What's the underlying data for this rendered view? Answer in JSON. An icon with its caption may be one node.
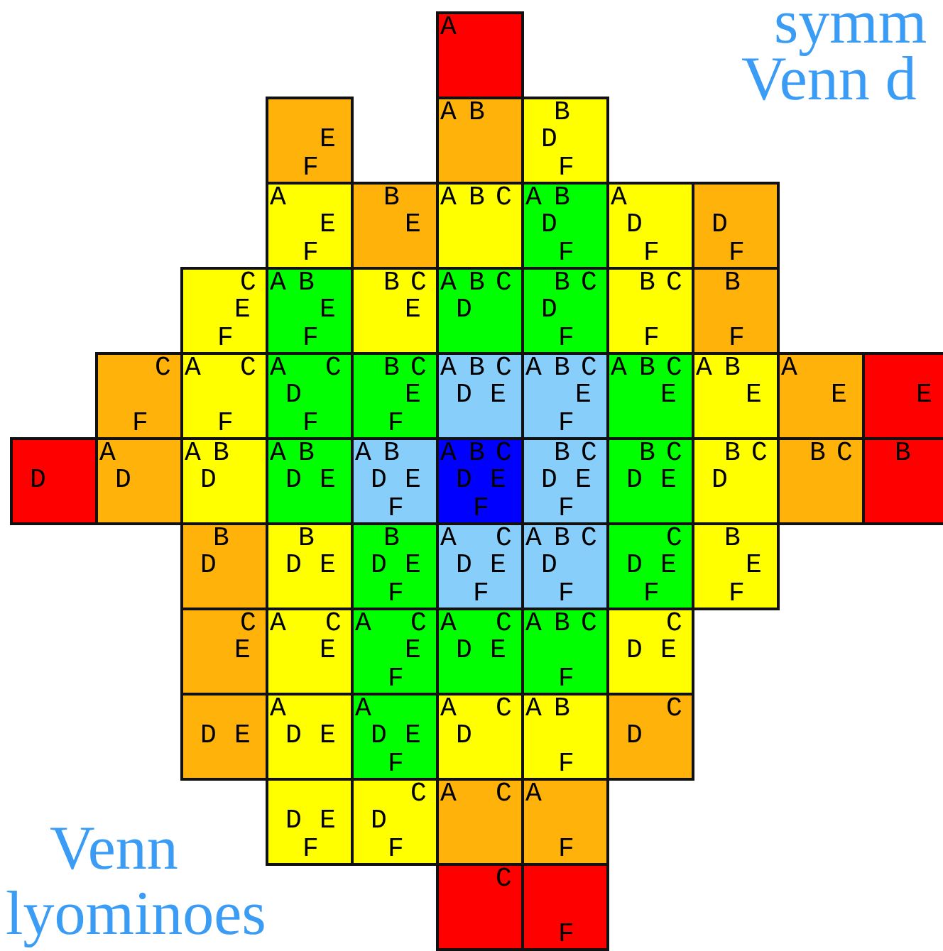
{
  "diagram": {
    "nodes": [
      {
        "text": [
          "A"
        ]
      },
      {
        "text": [
          "E",
          "F"
        ]
      },
      {
        "text": [
          "A",
          "B"
        ]
      },
      {
        "text": [
          "B",
          "D",
          "F"
        ]
      },
      {
        "text": [
          "A",
          "E",
          "F"
        ]
      },
      {
        "text": [
          "B",
          "E"
        ]
      },
      {
        "text": [
          "A",
          "B",
          "C"
        ]
      },
      {
        "text": [
          "A",
          "B",
          "D",
          "F"
        ]
      },
      {
        "text": [
          "A",
          "D",
          "F"
        ]
      },
      {
        "text": [
          "D",
          "F"
        ]
      },
      {
        "text": [
          "C",
          "E",
          "F"
        ]
      },
      {
        "text": [
          "A",
          "B",
          "E",
          "F"
        ]
      },
      {
        "text": [
          "B",
          "C",
          "E"
        ]
      },
      {
        "text": [
          "A",
          "B",
          "C",
          "D"
        ]
      },
      {
        "text": [
          "B",
          "C",
          "D",
          "F"
        ]
      },
      {
        "text": [
          "B",
          "C",
          "F"
        ]
      },
      {
        "text": [
          "B",
          "F"
        ]
      },
      {
        "text": [
          "C",
          "F"
        ]
      },
      {
        "text": [
          "A",
          "C",
          "F"
        ]
      },
      {
        "text": [
          "A",
          "C",
          "D",
          "F"
        ]
      },
      {
        "text": [
          "B",
          "C",
          "E",
          "F"
        ]
      },
      {
        "text": [
          "A",
          "B",
          "C",
          "D",
          "E"
        ]
      },
      {
        "text": [
          "A",
          "B",
          "C",
          "E",
          "F"
        ]
      },
      {
        "text": [
          "A",
          "B",
          "C",
          "E"
        ]
      },
      {
        "text": [
          "A",
          "B",
          "E"
        ]
      },
      {
        "text": [
          "A",
          "E"
        ]
      },
      {
        "text": [
          "E"
        ]
      },
      {
        "text": [
          "D"
        ]
      },
      {
        "text": [
          "A",
          "D"
        ]
      },
      {
        "text": [
          "A",
          "B",
          "D"
        ]
      },
      {
        "text": [
          "A",
          "B",
          "D",
          "E"
        ]
      },
      {
        "text": [
          "A",
          "B",
          "D",
          "E",
          "F"
        ]
      },
      {
        "text": [
          "A",
          "B",
          "C",
          "D",
          "E",
          "F"
        ]
      },
      {
        "text": [
          "B",
          "C",
          "D",
          "E",
          "F"
        ]
      },
      {
        "text": [
          "B",
          "C",
          "D",
          "E"
        ]
      },
      {
        "text": [
          "B",
          "C",
          "D"
        ]
      },
      {
        "text": [
          "B",
          "C"
        ]
      },
      {
        "text": [
          "B"
        ]
      },
      {
        "text": [
          "B",
          "D"
        ]
      },
      {
        "text": [
          "B",
          "D",
          "E"
        ]
      },
      {
        "text": [
          "B",
          "D",
          "E",
          "F"
        ]
      },
      {
        "text": [
          "A",
          "C",
          "D",
          "E",
          "F"
        ]
      },
      {
        "text": [
          "A",
          "B",
          "C",
          "D",
          "F"
        ]
      },
      {
        "text": [
          "C",
          "D",
          "E",
          "F"
        ]
      },
      {
        "text": [
          "B",
          "E",
          "F"
        ]
      },
      {
        "text": [
          "C",
          "E"
        ]
      },
      {
        "text": [
          "A",
          "C",
          "E"
        ]
      },
      {
        "text": [
          "A",
          "C",
          "E",
          "F"
        ]
      },
      {
        "text": [
          "A",
          "C",
          "D",
          "E"
        ]
      },
      {
        "text": [
          "A",
          "B",
          "C",
          "F"
        ]
      },
      {
        "text": [
          "C",
          "D",
          "E"
        ]
      },
      {
        "text": [
          "D",
          "E"
        ]
      },
      {
        "text": [
          "A",
          "D",
          "E"
        ]
      },
      {
        "text": [
          "A",
          "D",
          "E",
          "F"
        ]
      },
      {
        "text": [
          "A",
          "C",
          "D"
        ]
      },
      {
        "text": [
          "A",
          "B",
          "F"
        ]
      },
      {
        "text": [
          "C",
          "D"
        ]
      },
      {
        "text": [
          "D",
          "E",
          "F"
        ]
      },
      {
        "text": [
          "C",
          "D",
          "F"
        ]
      },
      {
        "text": [
          "A",
          "C"
        ]
      },
      {
        "text": [
          "A",
          "F"
        ]
      },
      {
        "text": [
          "C"
        ]
      },
      {
        "text": [
          "F"
        ]
      }
    ],
    "labels": [
      "symm",
      "Venn d",
      "Venn",
      "lyominoes"
    ]
  }
}
